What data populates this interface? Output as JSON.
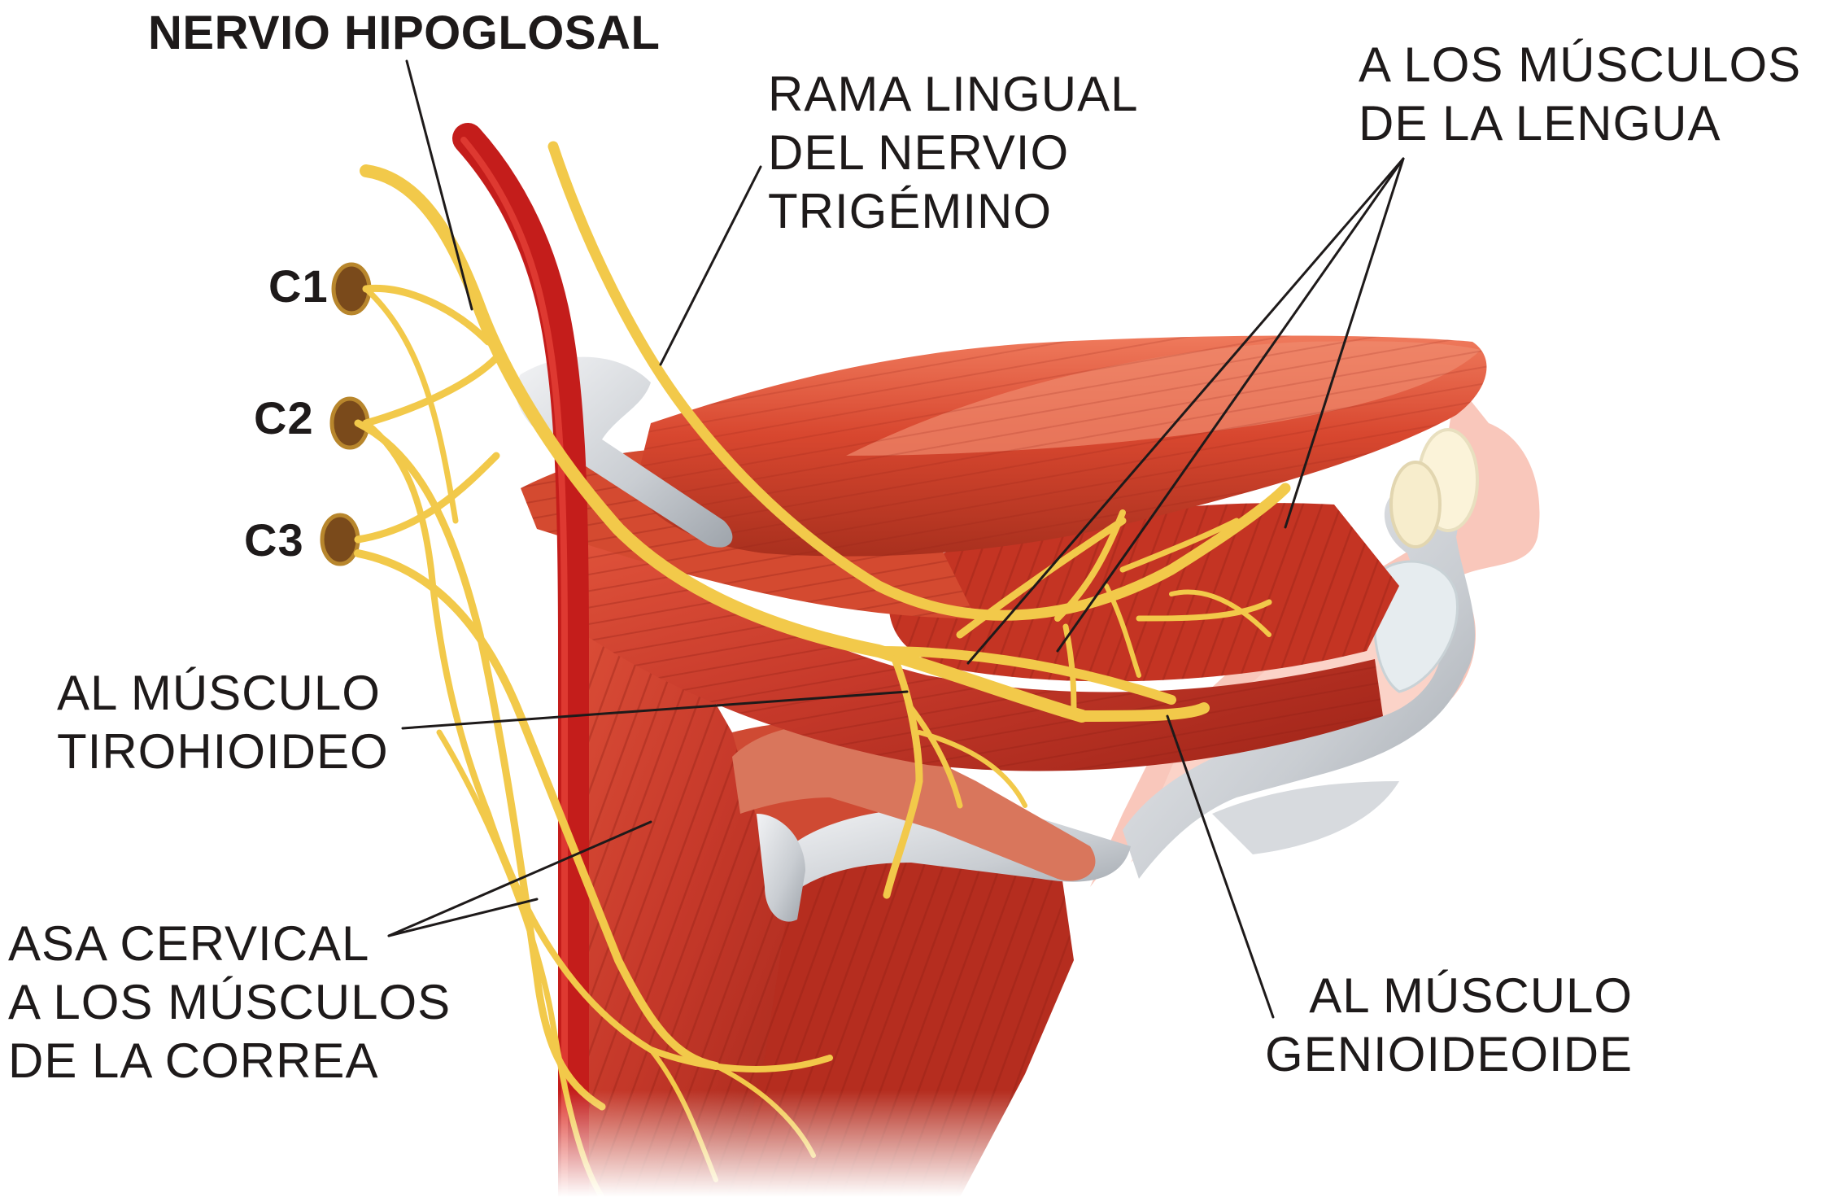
{
  "title": "NERVIO HIPOGLOSAL",
  "labels": {
    "rama_lingual": [
      "RAMA LINGUAL",
      "DEL NERVIO",
      "TRIGÉMINO"
    ],
    "musculos_lengua": [
      "A LOS MÚSCULOS",
      "DE LA LENGUA"
    ],
    "tirohioideo": [
      "AL MÚSCULO",
      "TIROHIOIDEO"
    ],
    "asa_cervical": [
      "ASA CERVICAL",
      "A LOS MÚSCULOS",
      "DE LA CORREA"
    ],
    "genioideoide": [
      "AL MÚSCULO",
      "GENIOIDEOIDE"
    ]
  },
  "vertebrae": [
    "C1",
    "C2",
    "C3"
  ],
  "colors": {
    "nerve": "#f2c94a",
    "muscle": "#c6392a",
    "artery": "#c41d1b",
    "bone": "#c9cdd2",
    "text": "#1e1a1a"
  }
}
